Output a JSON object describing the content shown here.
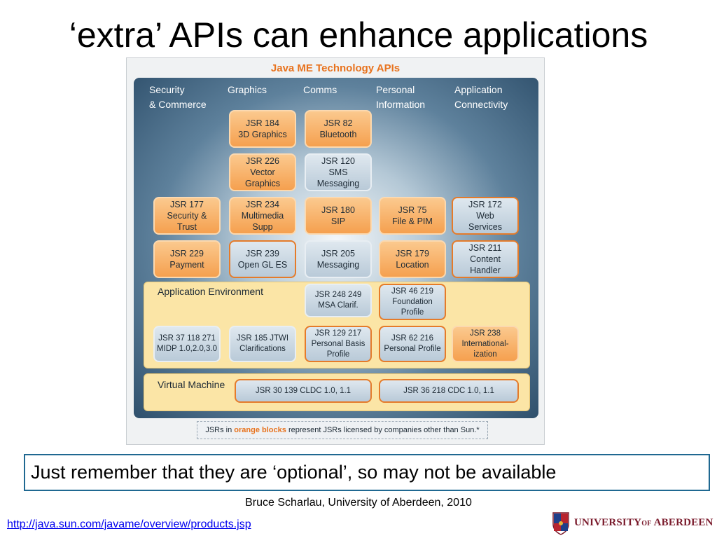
{
  "slide": {
    "title": "‘extra’ APIs can enhance applications",
    "callout": "Just remember that they are ‘optional’, so may not be available",
    "credit": "Bruce Scharlau, University of Aberdeen, 2010",
    "link": "http://java.sun.com/javame/overview/products.jsp",
    "logo_text_main": "UNIVERSITY",
    "logo_text_of": "OF",
    "logo_text_end": "ABERDEEN"
  },
  "figure": {
    "title": "Java ME Technology APIs",
    "categories": {
      "security": "Security\n& Commerce",
      "graphics": "Graphics",
      "comms": "Comms",
      "personal": "Personal\nInformation",
      "connectivity": "Application\nConnectivity"
    },
    "blocks": {
      "jsr184": "JSR 184\n3D Graphics",
      "jsr82": "JSR 82\nBluetooth",
      "jsr226": "JSR 226\nVector\nGraphics",
      "jsr120": "JSR 120\nSMS\nMessaging",
      "jsr177": "JSR 177\nSecurity &\nTrust",
      "jsr234": "JSR 234\nMultimedia\nSupp",
      "jsr180": "JSR 180\nSIP",
      "jsr75": "JSR 75\nFile & PIM",
      "jsr172": "JSR 172\nWeb\nServices",
      "jsr229": "JSR 229\nPayment",
      "jsr239": "JSR 239\nOpen GL ES",
      "jsr205": "JSR 205\nMessaging",
      "jsr179": "JSR 179\nLocation",
      "jsr211": "JSR 211\nContent\nHandler",
      "jsr248": "JSR 248 249\nMSA Clarif.",
      "jsr46": "JSR 46 219\nFoundation\nProfile",
      "jsr37": "JSR 37 118 271\nMIDP 1.0,2.0,3.0",
      "jsr185": "JSR 185 JTWI\nClarifications",
      "jsr129": "JSR 129 217\nPersonal Basis\nProfile",
      "jsr62": "JSR 62 216\nPersonal Profile",
      "jsr238": "JSR 238\nInternational-\nization",
      "jsr30": "JSR 30 139 CLDC 1.0, 1.1",
      "jsr36": "JSR 36 218 CDC 1.0, 1.1"
    },
    "app_env_label": "Application Environment",
    "vm_label": "Virtual Machine",
    "note_prefix": "JSRs in",
    "note_highlight": "orange blocks",
    "note_suffix": "represent JSRs licensed by companies other than Sun.*"
  },
  "colors": {
    "orange_block": "#f5a04f",
    "blue_block": "#b9cad8",
    "panel_dark": "#2f506c",
    "env_yellow": "#fbe5a6",
    "title_orange": "#e8731e",
    "callout_border": "#1f6891",
    "link_blue": "#0000ee"
  }
}
